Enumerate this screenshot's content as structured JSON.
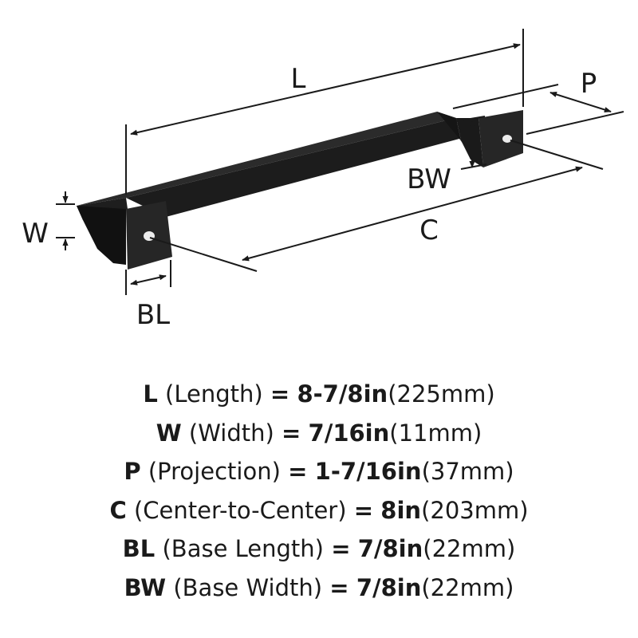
{
  "labels": {
    "L": "L",
    "W": "W",
    "P": "P",
    "BW": "BW",
    "C": "C",
    "BL": "BL"
  },
  "specs": [
    {
      "symbol": "L",
      "name": "(Length)",
      "eq": "=",
      "value": "8-7/8in",
      "metric": "(225mm)"
    },
    {
      "symbol": "W",
      "name": "(Width)",
      "eq": "=",
      "value": "7/16in",
      "metric": "(11mm)"
    },
    {
      "symbol": "P",
      "name": "(Projection)",
      "eq": "=",
      "value": "1-7/16in",
      "metric": "(37mm)"
    },
    {
      "symbol": "C",
      "name": "(Center-to-Center)",
      "eq": "=",
      "value": "8in",
      "metric": "(203mm)"
    },
    {
      "symbol": "BL",
      "name": "(Base Length)",
      "eq": "=",
      "value": "7/8in",
      "metric": "(22mm)"
    },
    {
      "symbol": "BW",
      "name": "(Base Width)",
      "eq": "=",
      "value": "7/8in",
      "metric": "(22mm)"
    }
  ]
}
